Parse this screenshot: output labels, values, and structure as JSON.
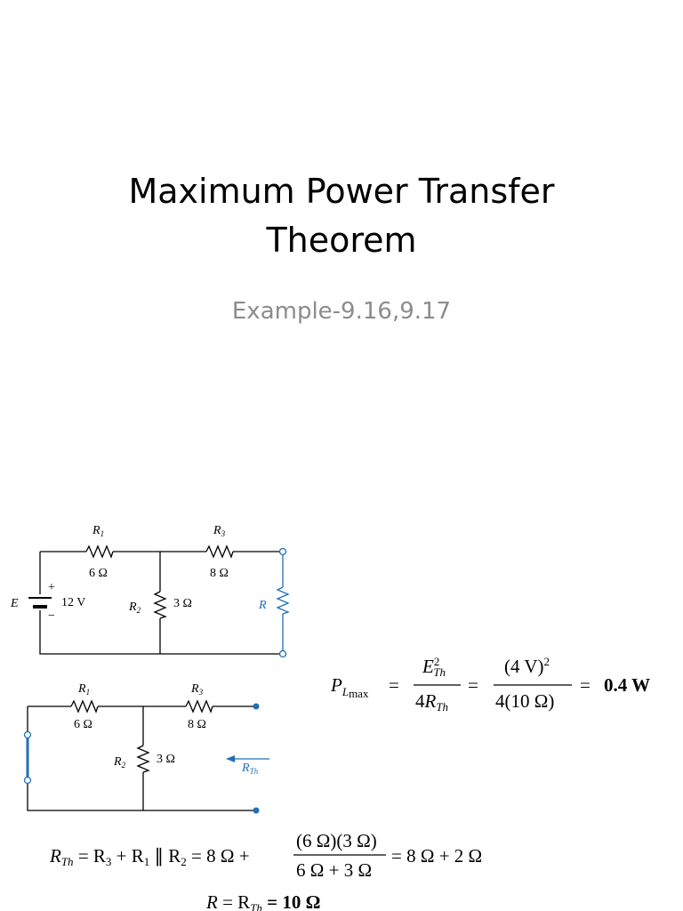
{
  "slide": {
    "title_line1": "Maximum Power Transfer",
    "title_line2": "Theorem",
    "subtitle": "Example-9.16,9.17"
  },
  "circuit1": {
    "r1_label": "R",
    "r1_sub": "1",
    "r1_value": "6 Ω",
    "r2_label": "R",
    "r2_sub": "2",
    "r2_value": "3 Ω",
    "r3_label": "R",
    "r3_sub": "3",
    "r3_value": "8 Ω",
    "source_label": "E",
    "source_value": "12 V",
    "plus": "+",
    "minus": "−",
    "load_label": "R"
  },
  "circuit2": {
    "r1_label": "R",
    "r1_sub": "1",
    "r1_value": "6 Ω",
    "r2_label": "R",
    "r2_sub": "2",
    "r2_value": "3 Ω",
    "r3_label": "R",
    "r3_sub": "3",
    "r3_value": "8 Ω",
    "rth_label": "R",
    "rth_sub": "Th"
  },
  "equations": {
    "pl_label": "P",
    "pl_sub": "L",
    "pl_subsub": "max",
    "equals": "=",
    "num1_e": "E",
    "num1_sup": "2",
    "num1_sub": "Th",
    "den1_4": "4",
    "den1_r": "R",
    "den1_sub": "Th",
    "num2": "(4 V)",
    "num2_sup": "2",
    "den2": "4(10 Ω)",
    "result": "0.4 W",
    "rth_eq_left": "R",
    "rth_eq_left_sub": "Th",
    "rth_eq_mid": " = R",
    "rth_eq_r3": "3",
    "rth_eq_plus": " + R",
    "rth_eq_r1": "1",
    "rth_eq_par": " ∥ R",
    "rth_eq_r2": "2",
    "rth_eq_eq8": " = 8 Ω +",
    "frac_num": "(6 Ω)(3 Ω)",
    "frac_den": "6 Ω + 3 Ω",
    "rth_eq_tail": "= 8 Ω + 2 Ω",
    "r_final_left": "R",
    "r_final_eq": " = R",
    "r_final_sub": "Th",
    "r_final_val": " = 10 Ω"
  }
}
